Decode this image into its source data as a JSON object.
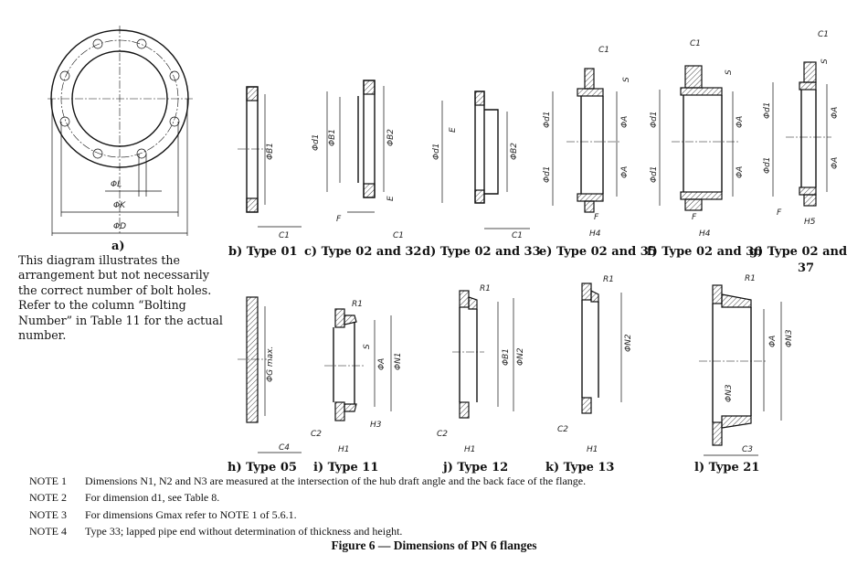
{
  "figure_title": "Figure 6 — Dimensions of PN 6 flanges",
  "diagram_a": {
    "caption": "a)",
    "labels": {
      "L": "ΦL",
      "K": "ΦK",
      "D": "ΦD"
    },
    "description": "This diagram illustrates the arrangement but not necessarily the correct number of bolt holes. Refer to the column “Bolting Number” in Table 11 for the actual number."
  },
  "types": {
    "b": {
      "caption": "b) Type 01",
      "labels": [
        "ΦB1",
        "C1"
      ]
    },
    "c": {
      "caption": "c) Type 02 and 32",
      "labels": [
        "Φd1",
        "ΦB1",
        "ΦB2",
        "E",
        "F",
        "C1"
      ]
    },
    "d": {
      "caption": "d) Type 02 and 33",
      "labels": [
        "Φd1",
        "E",
        "ΦB2",
        "C1"
      ]
    },
    "e": {
      "caption": "e) Type 02 and 35",
      "labels": [
        "C1",
        "S",
        "ΦA",
        "ΦA",
        "Φd1",
        "Φd1",
        "H4",
        "F"
      ]
    },
    "f": {
      "caption": "f) Type 02 and 36",
      "labels": [
        "C1",
        "S",
        "ΦA",
        "ΦA",
        "Φd1",
        "Φd1",
        "H4",
        "F"
      ]
    },
    "g": {
      "caption": "g) Type 02 and",
      "caption2": "37",
      "labels": [
        "C1",
        "S",
        "ΦA",
        "ΦA",
        "Φd1",
        "Φd1",
        "H5",
        "F"
      ]
    },
    "h": {
      "caption": "h) Type 05",
      "labels": [
        "ΦG max.",
        "C4"
      ]
    },
    "i": {
      "caption": "i) Type 11",
      "labels": [
        "R1",
        "S",
        "ΦA",
        "ΦN1",
        "H3",
        "C2",
        "H1"
      ]
    },
    "j": {
      "caption": "j) Type 12",
      "labels": [
        "R1",
        "ΦB1",
        "ΦN2",
        "C2",
        "H1"
      ]
    },
    "k": {
      "caption": "k) Type 13",
      "labels": [
        "R1",
        "ΦN2",
        "C2",
        "H1"
      ]
    },
    "l": {
      "caption": "l) Type 21",
      "labels": [
        "R1",
        "ΦA",
        "ΦN3",
        "ΦN3",
        "C3"
      ]
    }
  },
  "notes": [
    {
      "label": "NOTE 1",
      "text": "Dimensions N1, N2 and N3 are measured at the intersection of the hub draft angle and the back face of the flange."
    },
    {
      "label": "NOTE 2",
      "text": "For dimension d1, see Table 8."
    },
    {
      "label": "NOTE 3",
      "text": "For dimensions Gmax refer to NOTE 1 of 5.6.1."
    },
    {
      "label": "NOTE 4",
      "text": "Type 33; lapped pipe end without determination of thickness and height."
    }
  ]
}
